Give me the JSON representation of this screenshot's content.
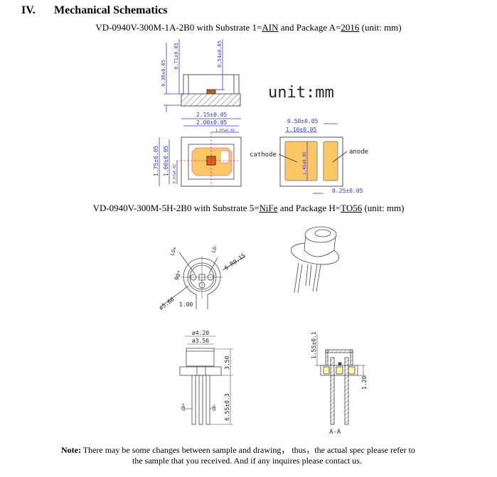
{
  "section": {
    "number": "IV.",
    "title": "Mechanical Schematics"
  },
  "smd": {
    "caption_prefix": "VD-0940V-300M-1A-2B0 with Substrate 1=",
    "substrate": "AIN",
    "caption_mid": " and Package A=",
    "package": "2016",
    "caption_suffix": " (unit: mm)",
    "unit_label": "unit:mm",
    "dims": {
      "h1": "0.38±0.05",
      "h2": "0.71±0.05",
      "h3": "0.54±0.05",
      "w1": "2.15±0.05",
      "w2": "2.00±0.05",
      "w3": "1.07±0.02",
      "v1": "1.75±0.05",
      "v2": "1.60±0.05",
      "v3": "0.87±0.02",
      "b1": "0.50±0.05",
      "b2": "1.10±0.05",
      "b3": "1.45±0.05",
      "b4": "0.25±0.05"
    },
    "cathode_label": "cathode",
    "anode_label": "anode",
    "colors": {
      "pad": "#fcc866",
      "chip": "#e0601a",
      "dim": "#3333dd"
    }
  },
  "to56": {
    "caption_prefix": "VD-0940V-300M-5H-2B0 with Substrate 5=",
    "substrate": "NiFe",
    "caption_mid": " and Package H=",
    "package": "TO56",
    "caption_suffix": " (unit: mm)",
    "dims": {
      "ldplus": "LD+",
      "ldminus": "LD-",
      "angle": "90°",
      "radius": "6-R0.15",
      "dia": "ø5.60",
      "pin": "1.00",
      "d1": "ø4.20",
      "d2": "ø3.56",
      "h": "3.50",
      "lead": "6.55±0.3",
      "cap": "1.55±0.1",
      "base": "1.20",
      "section": "A-A"
    }
  },
  "note": {
    "label": "Note:",
    "line1": " There may be some changes between sample and drawing， thus，the actual spec please refer to",
    "line2": "the sample that you received. And if any inquires please contact us."
  }
}
